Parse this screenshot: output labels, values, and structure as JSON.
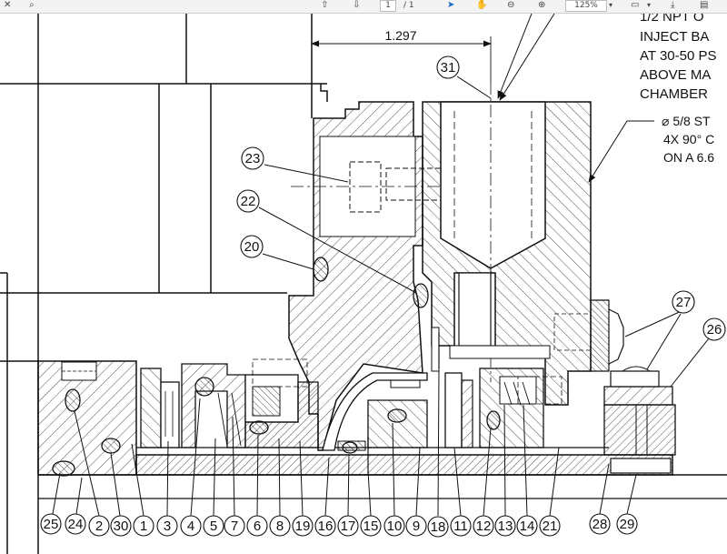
{
  "toolbar": {
    "page_current": "1",
    "page_total": "/ 1",
    "zoom": "125%"
  },
  "dimension": {
    "value": "1.297"
  },
  "notes": {
    "inject": [
      "1/2 NPT O",
      "INJECT BA",
      "AT 30-50 PS",
      "ABOVE MA",
      "CHAMBER"
    ],
    "bolt": [
      "⌀ 5/8 ST",
      "4X 90° C",
      "ON A 6.6"
    ]
  },
  "balloons": {
    "b1": "1",
    "b2": "2",
    "b3": "3",
    "b4": "4",
    "b5": "5",
    "b6": "6",
    "b7": "7",
    "b8": "8",
    "b9": "9",
    "b10": "10",
    "b11": "11",
    "b12": "12",
    "b13": "13",
    "b14": "14",
    "b15": "15",
    "b16": "16",
    "b17": "17",
    "b18": "18",
    "b19": "19",
    "b20": "20",
    "b21": "21",
    "b22": "22",
    "b23": "23",
    "b24": "24",
    "b25": "25",
    "b26": "26",
    "b27": "27",
    "b28": "28",
    "b29": "29",
    "b30": "30",
    "b31": "31"
  },
  "colors": {
    "line": "#111111",
    "hatch": "#222222",
    "toolbar_bg": "#f3f3f3",
    "cursor_blue": "#1565c0"
  }
}
